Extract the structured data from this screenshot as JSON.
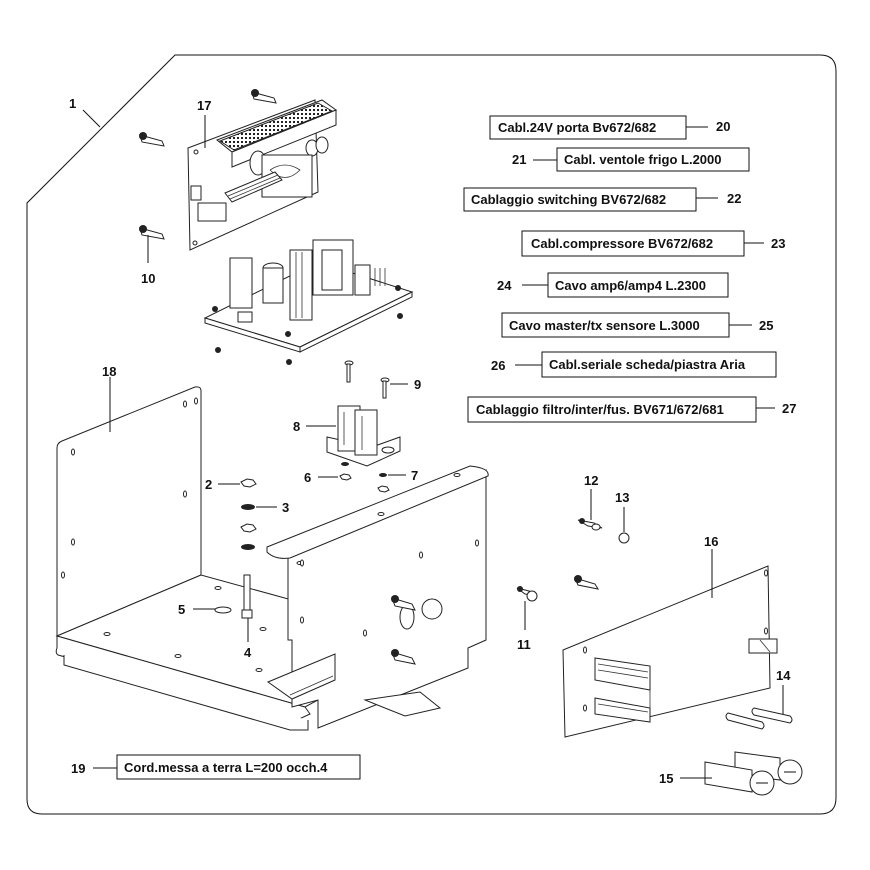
{
  "diagram": {
    "type": "exploded-parts-view",
    "part_numbers": [
      {
        "id": "1",
        "text": "1"
      },
      {
        "id": "2",
        "text": "2"
      },
      {
        "id": "3",
        "text": "3"
      },
      {
        "id": "4",
        "text": "4"
      },
      {
        "id": "5",
        "text": "5"
      },
      {
        "id": "6",
        "text": "6"
      },
      {
        "id": "7",
        "text": "7"
      },
      {
        "id": "8",
        "text": "8"
      },
      {
        "id": "9",
        "text": "9"
      },
      {
        "id": "10",
        "text": "10"
      },
      {
        "id": "11",
        "text": "11"
      },
      {
        "id": "12",
        "text": "12"
      },
      {
        "id": "13",
        "text": "13"
      },
      {
        "id": "14",
        "text": "14"
      },
      {
        "id": "15",
        "text": "15"
      },
      {
        "id": "16",
        "text": "16"
      },
      {
        "id": "17",
        "text": "17"
      },
      {
        "id": "18",
        "text": "18"
      }
    ],
    "cable_labels": [
      {
        "id": "20",
        "number": "20",
        "text": "Cabl.24V porta Bv672/682"
      },
      {
        "id": "21",
        "number": "21",
        "text": "Cabl. ventole frigo L.2000"
      },
      {
        "id": "22",
        "number": "22",
        "text": "Cablaggio switching BV672/682"
      },
      {
        "id": "23",
        "number": "23",
        "text": "Cabl.compressore BV672/682"
      },
      {
        "id": "24",
        "number": "24",
        "text": "Cavo amp6/amp4 L.2300"
      },
      {
        "id": "25",
        "number": "25",
        "text": "Cavo master/tx sensore L.3000"
      },
      {
        "id": "26",
        "number": "26",
        "text": "Cabl.seriale scheda/piastra Aria"
      },
      {
        "id": "27",
        "number": "27",
        "text": "Cablaggio filtro/inter/fus. BV671/672/681"
      },
      {
        "id": "19",
        "number": "19",
        "text": "Cord.messa a terra L=200 occh.4"
      }
    ],
    "components": [
      {
        "ref": "17",
        "name": "upper-circuit-board"
      },
      {
        "ref": "18",
        "name": "base-chassis-plate"
      },
      {
        "ref": "16",
        "name": "lower-circuit-board"
      },
      {
        "ref": "8",
        "name": "terminal-block"
      },
      {
        "ref": "9",
        "name": "screw"
      },
      {
        "ref": "2",
        "name": "hex-nut"
      },
      {
        "ref": "3",
        "name": "lock-washer"
      },
      {
        "ref": "4",
        "name": "bolt"
      },
      {
        "ref": "5",
        "name": "washer"
      },
      {
        "ref": "6",
        "name": "nut"
      },
      {
        "ref": "7",
        "name": "washer"
      },
      {
        "ref": "10",
        "name": "pcb-support-spacer"
      },
      {
        "ref": "11",
        "name": "pcb-support"
      },
      {
        "ref": "12",
        "name": "pcb-support"
      },
      {
        "ref": "13",
        "name": "nut"
      },
      {
        "ref": "14",
        "name": "fuse"
      },
      {
        "ref": "15",
        "name": "fuse-holder"
      }
    ]
  }
}
